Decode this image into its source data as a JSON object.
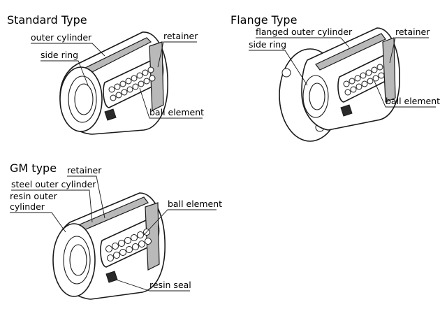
{
  "standard": {
    "title": "Standard Type",
    "labels": {
      "outer_cylinder": "outer cylinder",
      "retainer": "retainer",
      "side_ring": "side ring",
      "ball_element": "ball element"
    }
  },
  "flange": {
    "title": "Flange Type",
    "labels": {
      "flanged_outer_cylinder": "flanged outer cylinder",
      "retainer": "retainer",
      "side_ring": "side ring",
      "ball_element": "ball element"
    }
  },
  "gm": {
    "title": "GM type",
    "labels": {
      "retainer": "retainer",
      "steel_outer_cylinder": "steel outer cylinder",
      "resin_outer_cylinder_line1": "resin outer",
      "resin_outer_cylinder_line2": "cylinder",
      "ball_element": "ball element",
      "resin_seal": "resin seal"
    }
  },
  "colors": {
    "ink": "#1a1a1a",
    "shade": "#b9b9b9",
    "background": "#ffffff"
  }
}
